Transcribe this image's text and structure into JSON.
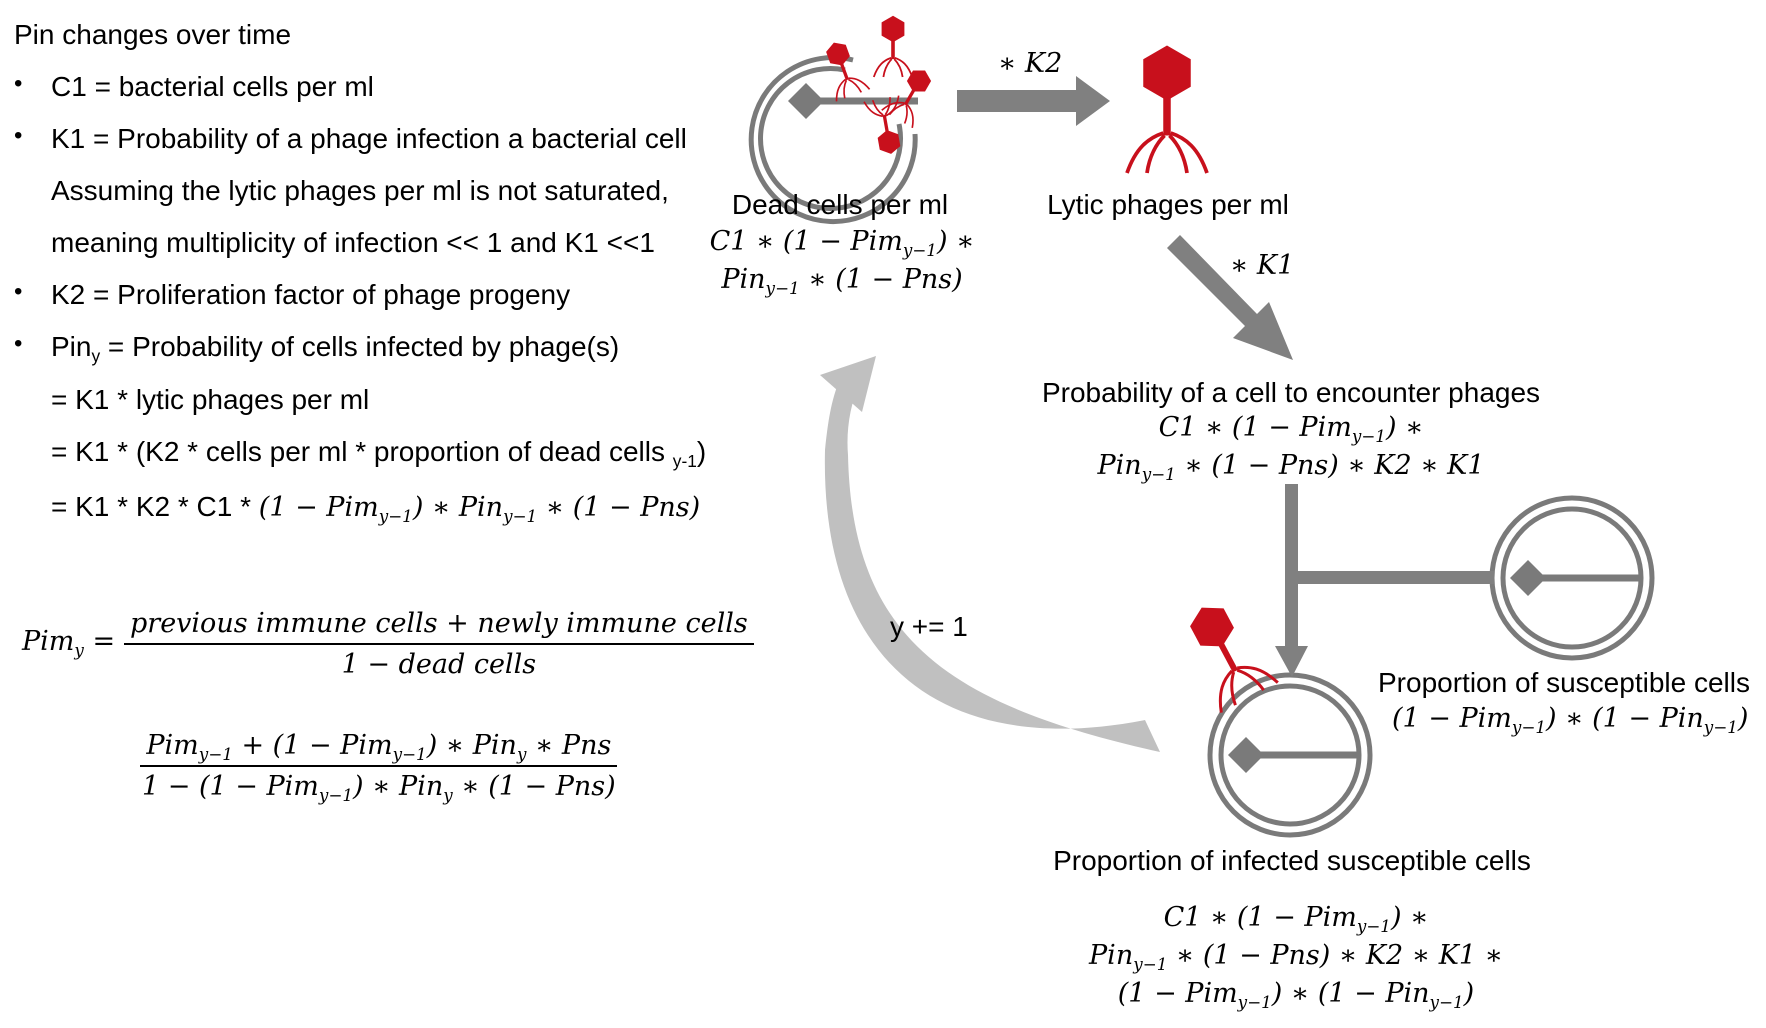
{
  "left_panel": {
    "heading": "Pin changes over time",
    "c1_def": "C1 = bacterial cells per ml",
    "k1_def": "K1 = Probability of a phage infection a bacterial cell",
    "assumption_1": "Assuming the lytic phages per ml is not saturated,",
    "assumption_2": "meaning multiplicity of infection << 1 and K1 <<1",
    "k2_def": "K2 = Proliferation factor of phage progeny",
    "pin_base": "Pin",
    "pin_sub": "y",
    "pin_rest": " = Probability of cells infected by phage(s)",
    "eq_line_1": "= K1 * lytic phages per ml",
    "eq_line_2a": "= K1 * (K2 * cells per ml * proportion of dead cells ",
    "eq_line_2_sub": "y-1",
    "eq_line_2b": ")",
    "eq_line_3_prefix": "= K1 * K2 * C1 * ",
    "eq_line_3_math": "(1 − Pim",
    "eq_line_3_math_b": ") ∗ Pin",
    "eq_line_3_math_c": " ∗ (1 − Pns)",
    "sub_ym1": "y−1",
    "pim_label": "Pim",
    "pim_eq": " =",
    "frac1_num": "previous immune cells + newly immune cells",
    "frac1_den": "1  − dead cells",
    "frac2_num_a": "Pim",
    "frac2_num_b": " + (1 − Pim",
    "frac2_num_c": ") ∗ Pin",
    "frac2_num_d": " ∗ Pns",
    "frac2_den_a": "1 − (1 − Pim",
    "frac2_den_b": ") ∗ Pin",
    "frac2_den_c": " ∗ (1 − Pns)",
    "sub_y": "y"
  },
  "nodes": {
    "dead_cells_title": "Dead cells per ml",
    "dead_cells_f1a": "C1 ∗ (1 − Pim",
    "dead_cells_f1b": ") ∗",
    "dead_cells_f2a": "Pin",
    "dead_cells_f2b": " ∗ (1 − Pns)",
    "lytic_title": "Lytic phages per ml",
    "encounter_title": "Probability of a cell to encounter phages",
    "encounter_f1a": "C1 ∗ (1 − Pim",
    "encounter_f1b": ") ∗",
    "encounter_f2a": "Pin",
    "encounter_f2b": " ∗ (1 − Pns) ∗ K2 ∗ K1",
    "susceptible_title": "Proportion of susceptible cells",
    "susceptible_fa": "(1 − Pim",
    "susceptible_fb": ") ∗ (1 − Pin",
    "susceptible_fc": ")",
    "infected_title": "Proportion of infected susceptible cells",
    "infected_f1a": "C1 ∗ (1 − Pim",
    "infected_f1b": ") ∗",
    "infected_f2a": "Pin",
    "infected_f2b": " ∗ (1 − Pns) ∗ K2 ∗ K1  ∗",
    "infected_f3a": "(1 − Pim",
    "infected_f3b": ") ∗ (1 − Pin",
    "infected_f3c": ")"
  },
  "arrows": {
    "k2_label": "∗ K2",
    "k1_label": "∗ K1",
    "loop_label": "y += 1"
  },
  "colors": {
    "phage_red": "#c8101c",
    "arrow_gray": "#808080",
    "loop_gray": "#c0c0c0"
  },
  "icons": [
    "phage-icon",
    "bacterial-cell-icon"
  ]
}
